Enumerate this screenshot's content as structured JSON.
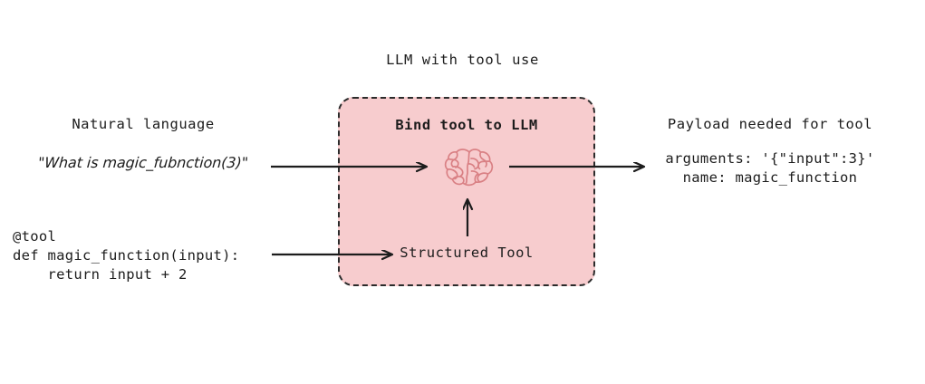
{
  "diagram": {
    "title": "LLM with tool use",
    "background_color": "#ffffff",
    "ink_color": "#1c1c1c"
  },
  "left_column": {
    "heading": "Natural language",
    "user_query": "\"What is magic_fubnction(3)\"",
    "code_snippet": "@tool\ndef magic_function(input):\n    return input + 2"
  },
  "center_box": {
    "heading": "Bind tool to LLM",
    "fill_color": "#f7ccce",
    "border_color": "#2b2b2b",
    "border_style": "dashed",
    "icon_name": "brain-icon",
    "icon_stroke_color": "#d98084",
    "tool_label": "Structured Tool"
  },
  "right_column": {
    "heading": "Payload needed for tool",
    "payload_arguments": "arguments: '{\"input\":3}'",
    "payload_name": "name: magic_function"
  },
  "arrows": [
    {
      "name": "arrow-query-to-llm",
      "from": "user_query",
      "to": "brain-icon"
    },
    {
      "name": "arrow-tool-to-structured-tool",
      "from": "code_snippet",
      "to": "Structured Tool"
    },
    {
      "name": "arrow-structured-tool-to-llm",
      "from": "Structured Tool",
      "to": "brain-icon"
    },
    {
      "name": "arrow-llm-to-payload",
      "from": "brain-icon",
      "to": "payload"
    }
  ]
}
